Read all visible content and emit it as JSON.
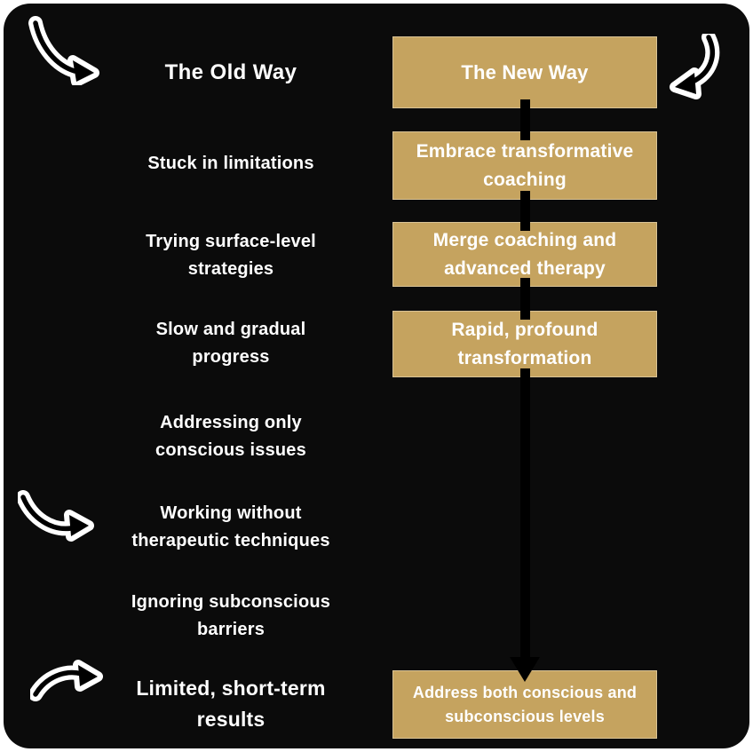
{
  "colors": {
    "page_background": "#ffffff",
    "panel_background": "#0b0b0b",
    "gold_box": "#c5a35f",
    "text": "#ffffff",
    "connector": "#000000"
  },
  "old_way": {
    "title": "The Old Way",
    "items": [
      "Stuck in limitations",
      "Trying surface-level strategies",
      "Slow and gradual progress",
      "Addressing only conscious issues",
      "Working without therapeutic techniques",
      "Ignoring subconscious barriers",
      "Limited, short-term results"
    ]
  },
  "new_way": {
    "title": "The New Way",
    "items": [
      "Embrace transformative coaching",
      "Merge coaching and advanced therapy",
      "Rapid, profound transformation",
      "Address both conscious and subconscious levels"
    ]
  }
}
